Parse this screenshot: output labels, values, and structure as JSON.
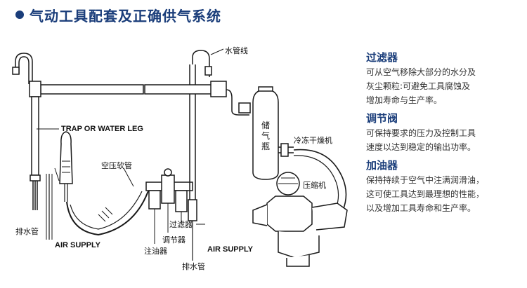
{
  "title": "气动工具配套及正确供气系统",
  "labels": {
    "trap": "TRAP OR WATER LEG",
    "drain_left": "排水管",
    "air_supply_left": "AIR SUPPLY",
    "hose": "空压软管",
    "water_line": "水管线",
    "filter": "过滤器",
    "regulator": "调节器",
    "lubricator": "注油器",
    "air_supply_right": "AIR SUPPLY",
    "drain_right": "排水管",
    "tank": "储气瓶",
    "dryer": "冷冻干燥机",
    "compressor": "压缩机"
  },
  "sections": [
    {
      "heading": "过滤器",
      "lines": [
        "可从空气移除大部分的水分及",
        "灰尘颗粒:可避免工具腐蚀及",
        "增加寿命与生产率。"
      ]
    },
    {
      "heading": "调节阀",
      "lines": [
        "可保持要求的压力及控制工具",
        "速度以达到稳定的输出功率。"
      ]
    },
    {
      "heading": "加油器",
      "lines": [
        "保持持续于空气中注满润滑油，",
        "这可使工具达到最理想的性能，",
        "以及增加工具寿命和生产率。"
      ]
    }
  ],
  "colors": {
    "heading": "#1a3d7a",
    "body_text": "#333333",
    "lines": "#1a1a1a"
  }
}
